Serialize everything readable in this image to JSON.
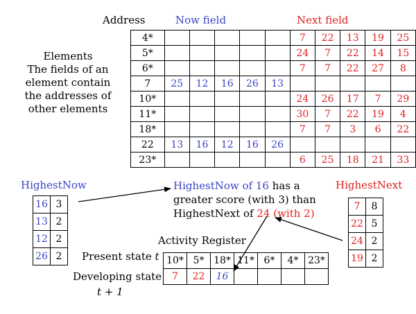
{
  "headers": {
    "address": "Address",
    "now_field": "Now field",
    "next_field": "Next field"
  },
  "elements_note": {
    "line1": "Elements",
    "line2": "The fields of an",
    "line3": "element contain",
    "line4": "the addresses of",
    "line5": "other elements"
  },
  "rows": [
    {
      "addr": "4*",
      "now": [
        "",
        "",
        "",
        "",
        ""
      ],
      "next": [
        "7",
        "22",
        "13",
        "19",
        "25"
      ]
    },
    {
      "addr": "5*",
      "now": [
        "",
        "",
        "",
        "",
        ""
      ],
      "next": [
        "24",
        "7",
        "22",
        "14",
        "15"
      ]
    },
    {
      "addr": "6*",
      "now": [
        "",
        "",
        "",
        "",
        ""
      ],
      "next": [
        "7",
        "7",
        "22",
        "27",
        "8"
      ]
    },
    {
      "addr": "7",
      "now": [
        "25",
        "12",
        "16",
        "26",
        "13"
      ],
      "next": [
        "",
        "",
        "",
        "",
        ""
      ]
    },
    {
      "addr": "10*",
      "now": [
        "",
        "",
        "",
        "",
        ""
      ],
      "next": [
        "24",
        "26",
        "17",
        "7",
        "29"
      ]
    },
    {
      "addr": "11*",
      "now": [
        "",
        "",
        "",
        "",
        ""
      ],
      "next": [
        "30",
        "7",
        "22",
        "19",
        "4"
      ]
    },
    {
      "addr": "18*",
      "now": [
        "",
        "",
        "",
        "",
        ""
      ],
      "next": [
        "7",
        "7",
        "3",
        "6",
        "22"
      ]
    },
    {
      "addr": "22",
      "now": [
        "13",
        "16",
        "12",
        "16",
        "26"
      ],
      "next": [
        "",
        "",
        "",
        "",
        ""
      ]
    },
    {
      "addr": "23*",
      "now": [
        "",
        "",
        "",
        "",
        ""
      ],
      "next": [
        "6",
        "25",
        "18",
        "21",
        "33"
      ]
    }
  ],
  "highest_now": {
    "title": "HighestNow",
    "rows": [
      [
        "16",
        "3"
      ],
      [
        "13",
        "2"
      ],
      [
        "12",
        "2"
      ],
      [
        "26",
        "2"
      ]
    ]
  },
  "highest_next": {
    "title": "HighestNext",
    "rows": [
      [
        "7",
        "8"
      ],
      [
        "22",
        "5"
      ],
      [
        "24",
        "2"
      ],
      [
        "19",
        "2"
      ]
    ]
  },
  "comparison": {
    "p1": "HighestNow of 16",
    "p2": " has a",
    "line2": "greater score (with 3) than",
    "p3": "HighestNext of ",
    "p4": "24 (with 2)"
  },
  "activity": {
    "title": "Activity Register",
    "present_label": "Present state ",
    "present_var": "t",
    "developing_label": "Developing state",
    "developing_var": "t + 1",
    "present": [
      "10*",
      "5*",
      "18*",
      "11*",
      "6*",
      "4*",
      "23*"
    ],
    "developing": [
      "7",
      "22",
      "16",
      "",
      "",
      "",
      ""
    ]
  },
  "colors": {
    "now": "#3a42c4",
    "next": "#e02020"
  }
}
